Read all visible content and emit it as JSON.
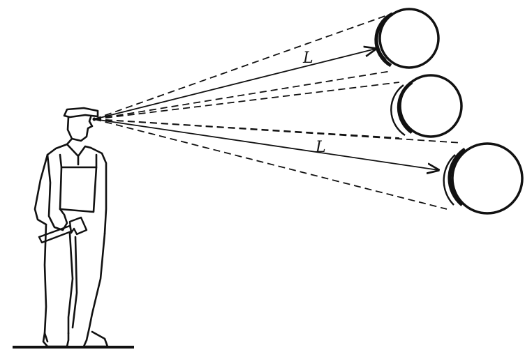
{
  "diagram": {
    "ink_color": "#111111",
    "background_color": "#ffffff",
    "labels": {
      "upper_distance": "L",
      "lower_distance": "L"
    },
    "elements": [
      "observer-worker",
      "wrench-tool",
      "ground-line",
      "upper-target-disc",
      "middle-target-disc",
      "lower-target-disc",
      "sight-lines",
      "distance-arrows"
    ]
  }
}
